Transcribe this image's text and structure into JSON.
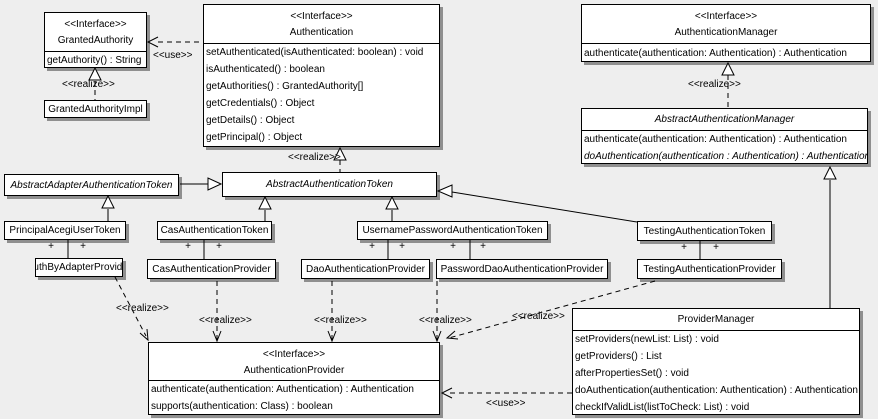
{
  "diagram": {
    "background": "#eeeeee",
    "box_fill": "#ffffff",
    "border_color": "#000000",
    "shadow_color": "#8f8f8f"
  },
  "symbols": {
    "plus": "+"
  },
  "labels": {
    "use_granted_authority": "<<use>>",
    "realize_granted_authority": "<<realize>>",
    "realize_token": "<<realize>>",
    "realize_manager": "<<realize>>",
    "realize_auth_by_adapter": "<<realize>>",
    "realize_cas": "<<realize>>",
    "realize_dao": "<<realize>>",
    "realize_password_dao": "<<realize>>",
    "realize_testing": "<<realize>>",
    "use_provider_manager": "<<use>>"
  },
  "classes": {
    "granted_authority": {
      "stereotype": "<<Interface>>",
      "name": "GrantedAuthority",
      "methods": [
        "getAuthority() : String"
      ]
    },
    "granted_authority_impl": {
      "name": "GrantedAuthorityImpl"
    },
    "authentication": {
      "stereotype": "<<Interface>>",
      "name": "Authentication",
      "methods": [
        "setAuthenticated(isAuthenticated: boolean) : void",
        "isAuthenticated() : boolean",
        "getAuthorities() : GrantedAuthority[]",
        "getCredentials() : Object",
        "getDetails() : Object",
        "getPrincipal() : Object"
      ]
    },
    "authentication_manager": {
      "stereotype": "<<Interface>>",
      "name": "AuthenticationManager",
      "methods": [
        "authenticate(authentication: Authentication) : Authentication"
      ]
    },
    "abstract_authentication_manager": {
      "name": "AbstractAuthenticationManager",
      "methods": [
        "authenticate(authentication: Authentication) : Authentication",
        "doAuthentication(authentication : Authentication) : Authentication"
      ]
    },
    "abstract_adapter_authentication_token": {
      "name": "AbstractAdapterAuthenticationToken"
    },
    "abstract_authentication_token": {
      "name": "AbstractAuthenticationToken"
    },
    "principal_acegi_user_token": {
      "name": "PrincipalAcegiUserToken"
    },
    "cas_authentication_token": {
      "name": "CasAuthenticationToken"
    },
    "username_password_authentication_token": {
      "name": "UsernamePasswordAuthenticationToken"
    },
    "testing_authentication_token": {
      "name": "TestingAuthenticationToken"
    },
    "auth_by_adapter_provider": {
      "name": "AuthByAdapterProvider"
    },
    "cas_authentication_provider": {
      "name": "CasAuthenticationProvider"
    },
    "dao_authentication_provider": {
      "name": "DaoAuthenticationProvider"
    },
    "password_dao_authentication_provider": {
      "name": "PasswordDaoAuthenticationProvider"
    },
    "testing_authentication_provider": {
      "name": "TestingAuthenticationProvider"
    },
    "authentication_provider": {
      "stereotype": "<<Interface>>",
      "name": "AuthenticationProvider",
      "methods": [
        "authenticate(authentication: Authentication) : Authentication",
        "supports(authentication: Class) : boolean"
      ]
    },
    "provider_manager": {
      "name": "ProviderManager",
      "methods": [
        "setProviders(newList: List) : void",
        "getProviders() : List",
        "afterPropertiesSet() : void",
        "doAuthentication(authentication: Authentication) : Authentication",
        "checkIfValidList(listToCheck: List) : void"
      ]
    }
  }
}
